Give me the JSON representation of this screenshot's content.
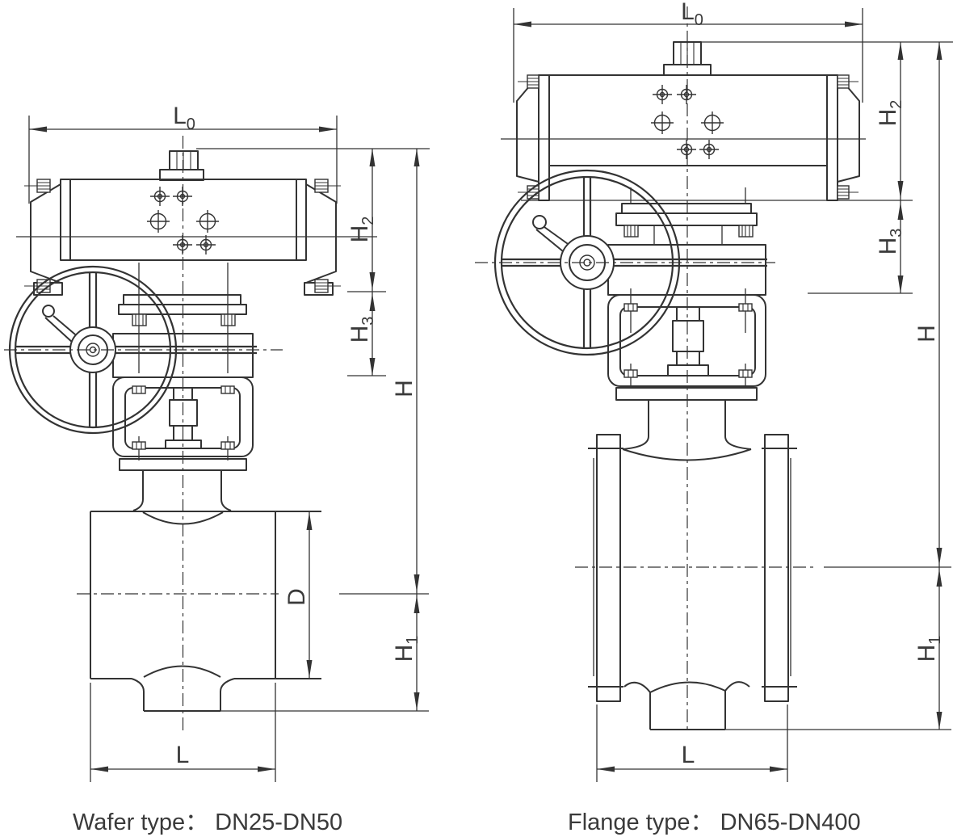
{
  "drawing": {
    "type": "pneumatic actuated ball valve dimensional drawing",
    "views": {
      "wafer": {
        "caption": {
          "label": "Wafer type",
          "separator": "：",
          "range": "DN25-DN50"
        },
        "dimensions_shown": [
          "L0",
          "H2",
          "H3",
          "H",
          "D",
          "H1",
          "L"
        ]
      },
      "flange": {
        "caption": {
          "label": "Flange type",
          "separator": "：",
          "range": "DN65-DN400"
        },
        "dimensions_shown": [
          "L0",
          "H2",
          "H3",
          "H",
          "H1",
          "L"
        ]
      }
    }
  },
  "dims": {
    "l0": {
      "base": "L",
      "sub": "0"
    },
    "h2": {
      "base": "H",
      "sub": "2"
    },
    "h3": {
      "base": "H",
      "sub": "3"
    },
    "h": {
      "base": "H",
      "sub": ""
    },
    "d": {
      "base": "D",
      "sub": ""
    },
    "h1": {
      "base": "H",
      "sub": "1"
    },
    "l": {
      "base": "L",
      "sub": ""
    }
  },
  "colors": {
    "line": "#333333",
    "text": "#3a3a3a",
    "background": "#ffffff"
  }
}
